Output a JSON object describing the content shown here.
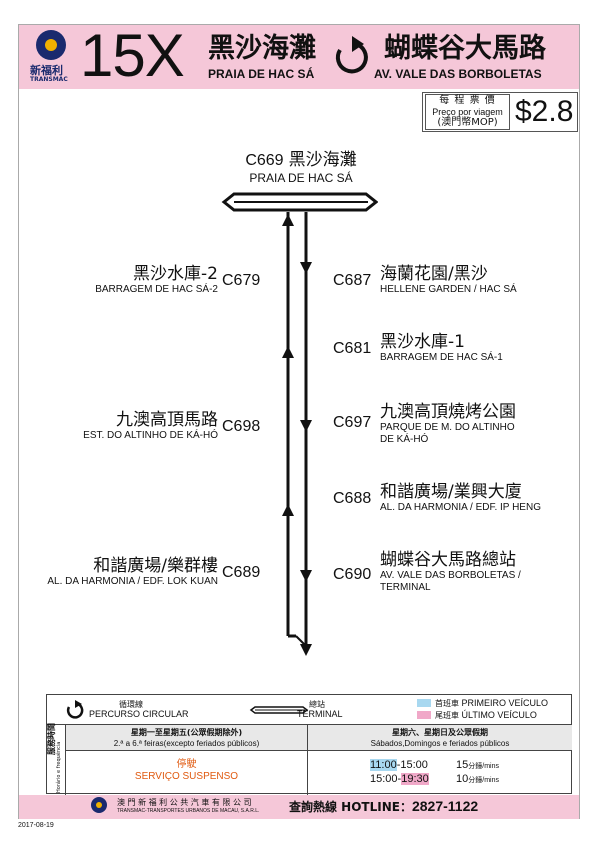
{
  "header": {
    "operator_cn": "新福利",
    "operator_en": "TRANSMAC",
    "route": "15X",
    "origin_cn": "黑沙海灘",
    "origin_pt": "PRAIA DE HAC SÁ",
    "dest_cn": "蝴蝶谷大馬路",
    "dest_pt": "AV. VALE DAS BORBOLETAS"
  },
  "fare": {
    "label_cn": "每 程 票 價",
    "label_pt": "Preço por viagem",
    "currency": "(澳門幣MOP)",
    "amount": "$2.8"
  },
  "terminus": {
    "code": "C669",
    "cn": "黑沙海灘",
    "pt": "PRAIA DE HAC SÁ"
  },
  "left_stops": [
    {
      "code": "C679",
      "cn": "黑沙水庫-2",
      "pt": "BARRAGEM DE HAC SÁ-2"
    },
    {
      "code": "C698",
      "cn": "九澳高頂馬路",
      "pt": "EST. DO ALTINHO DE KÁ-HÓ"
    },
    {
      "code": "C689",
      "cn": "和諧廣場/樂群樓",
      "pt": "AL. DA HARMONIA / EDF. LOK KUAN"
    }
  ],
  "right_stops": [
    {
      "code": "C687",
      "cn": "海蘭花園/黑沙",
      "pt": "HELLENE GARDEN / HAC SÁ",
      "pt2": ""
    },
    {
      "code": "C681",
      "cn": "黑沙水庫-1",
      "pt": "BARRAGEM DE HAC SÁ-1",
      "pt2": ""
    },
    {
      "code": "C697",
      "cn": "九澳高頂燒烤公園",
      "pt": "PARQUE DE M. DO ALTINHO",
      "pt2": "DE KÁ-HÓ"
    },
    {
      "code": "C688",
      "cn": "和諧廣場/業興大廈",
      "pt": "AL. DA HARMONIA / EDF. IP HENG",
      "pt2": ""
    },
    {
      "code": "C690",
      "cn": "蝴蝶谷大馬路總站",
      "pt": "AV. VALE DAS BORBOLETAS /",
      "pt2": "TERMINAL"
    }
  ],
  "legend": {
    "circular_cn": "循環線",
    "circular_pt": "PERCURSO CIRCULAR",
    "terminal_cn": "總站",
    "terminal_pt": "TERMINAL",
    "first_cn": "首班車",
    "first_pt": "PRIMEIRO VEÍCULO",
    "last_cn": "尾班車",
    "last_pt": "ÚLTIMO VEÍCULO",
    "side_cn": "服務時間",
    "side_pt": "Horário e frequência",
    "weekday_cn": "星期一至星期五(公眾假期除外)",
    "weekday_pt": "2.ª a 6.ª feiras(excepto feriados públicos)",
    "weekend_cn": "星期六、星期日及公眾假期",
    "weekend_pt": "Sábados,Domingos e feriados públicos",
    "suspended_cn": "停駛",
    "suspended_pt": "SERVIÇO SUSPENSO",
    "row1_start": "11:00",
    "row1_end": "-15:00",
    "row1_freq": "15",
    "row1_unit": "分鐘/mins",
    "row2_start": "15:00-",
    "row2_end": "19:30",
    "row2_freq": "10",
    "row2_unit": "分鐘/mins"
  },
  "footer": {
    "company_cn": "澳 門 新 福 利 公 共 汽 車 有 限 公 司",
    "company_pt": "TRANSMAC-TRANSPORTES URBANOS DE MACAU, S.A.R.L.",
    "hotline_label": "查詢熱線 HOTLINE：",
    "hotline": "2827-1122",
    "date": "2017-08-19"
  },
  "colors": {
    "header_pink": "#f5c7d8",
    "first_blue": "#a8d8f0",
    "last_pink": "#f0a8c8",
    "suspended": "#e05a10"
  }
}
